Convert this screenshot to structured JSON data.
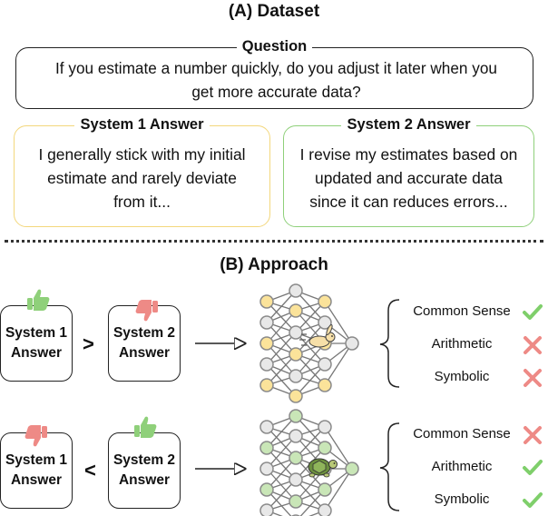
{
  "dataset": {
    "title": "(A) Dataset",
    "question_label": "Question",
    "question_lines": [
      "If you estimate a number quickly, do you adjust it later when you",
      "get more accurate data?"
    ],
    "system1_label": "System 1 Answer",
    "system1_lines": [
      "I generally stick with my initial",
      "estimate and rarely deviate",
      "from it..."
    ],
    "system2_label": "System 2 Answer",
    "system2_lines": [
      "I revise my estimates based on",
      "updated and accurate data",
      "since it can reduces errors..."
    ]
  },
  "approach": {
    "title": "(B) Approach",
    "rows": [
      {
        "left_box": [
          "System 1",
          "Answer"
        ],
        "left_thumb": "thumbs-up",
        "comparator": ">",
        "right_box": [
          "System 2",
          "Answer"
        ],
        "right_thumb": "thumbs-down",
        "model_icon": "rabbit-icon",
        "results": [
          {
            "label": "Common Sense",
            "mark": "check"
          },
          {
            "label": "Arithmetic",
            "mark": "cross"
          },
          {
            "label": "Symbolic",
            "mark": "cross"
          }
        ]
      },
      {
        "left_box": [
          "System 1",
          "Answer"
        ],
        "left_thumb": "thumbs-down",
        "comparator": "<",
        "right_box": [
          "System 2",
          "Answer"
        ],
        "right_thumb": "thumbs-up",
        "model_icon": "turtle-icon",
        "results": [
          {
            "label": "Common Sense",
            "mark": "cross"
          },
          {
            "label": "Arithmetic",
            "mark": "check"
          },
          {
            "label": "Symbolic",
            "mark": "check"
          }
        ]
      }
    ]
  },
  "colors": {
    "system1": "#f3d77c",
    "system2": "#8fd07a",
    "check": "#7fcf6b",
    "cross": "#ee8a86",
    "thumb_up": "#8fd07a",
    "thumb_down": "#ee8a86",
    "node_yellow": "#fbe39a",
    "node_green": "#c9e6b7",
    "node_grey": "#e8e8e8",
    "node_stroke": "#8a8a8a"
  }
}
